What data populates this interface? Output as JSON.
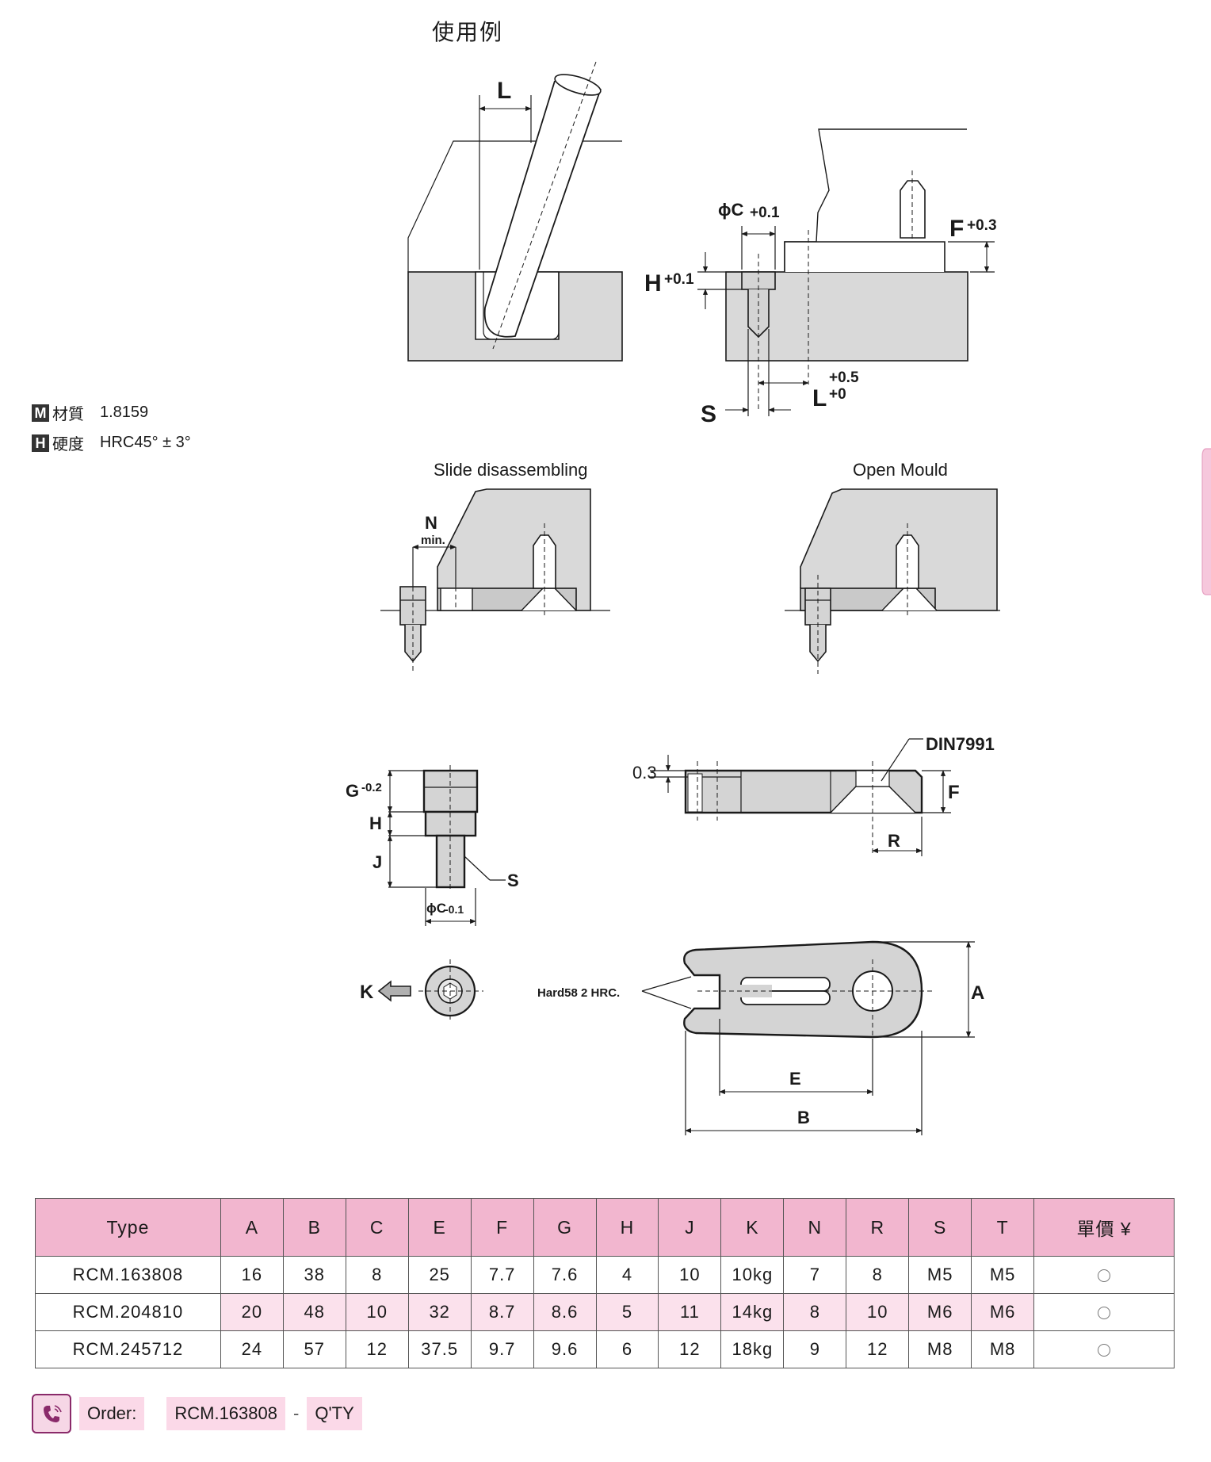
{
  "header": {
    "title": "使用例"
  },
  "materials": {
    "material": {
      "badge": "M",
      "label": "材質",
      "value": "1.8159"
    },
    "hardness": {
      "badge": "H",
      "label": "硬度",
      "value": "HRC45° ± 3°"
    }
  },
  "diagram": {
    "usage_left": {
      "dim_l": "L"
    },
    "usage_right": {
      "dim_c": "ϕC",
      "tol_c": "+0.1",
      "dim_h": "H",
      "tol_h": "+0.1",
      "dim_f": "F",
      "tol_f": "+0.3",
      "dim_l": "L",
      "tol_l_upper": "+0.5",
      "tol_l_lower": "+0",
      "dim_s": "S"
    },
    "slide": {
      "caption": "Slide disassembling",
      "dim_n": "N",
      "dim_n_sub": "min."
    },
    "open": {
      "caption": "Open Mould"
    },
    "pin": {
      "dim_g": "G",
      "tol_g": "-0.2",
      "dim_h": "H",
      "dim_j": "J",
      "dim_s": "S",
      "dim_c": "ϕC",
      "tol_c": "-0.1",
      "dim_k": "K"
    },
    "plate": {
      "dim_03": "0.3",
      "din": "DIN7991",
      "dim_f": "F",
      "dim_r": "R"
    },
    "fork": {
      "hard": "Hard58  2 HRC.",
      "dim_a": "A",
      "dim_e": "E",
      "dim_b": "B"
    }
  },
  "table": {
    "headers": [
      "Type",
      "A",
      "B",
      "C",
      "E",
      "F",
      "G",
      "H",
      "J",
      "K",
      "N",
      "R",
      "S",
      "T",
      "單價 ¥"
    ],
    "rows": [
      [
        "RCM.163808",
        "16",
        "38",
        "8",
        "25",
        "7.7",
        "7.6",
        "4",
        "10",
        "10kg",
        "7",
        "8",
        "M5",
        "M5"
      ],
      [
        "RCM.204810",
        "20",
        "48",
        "10",
        "32",
        "8.7",
        "8.6",
        "5",
        "11",
        "14kg",
        "8",
        "10",
        "M6",
        "M6"
      ],
      [
        "RCM.245712",
        "24",
        "57",
        "12",
        "37.5",
        "9.7",
        "9.6",
        "6",
        "12",
        "18kg",
        "9",
        "12",
        "M8",
        "M8"
      ]
    ]
  },
  "order": {
    "label": "Order:",
    "code": "RCM.163808",
    "separator": "-",
    "qty": "Q'TY"
  },
  "colors": {
    "header_pink": "#f2b6cf",
    "row_pink": "#fbe1ec",
    "accent": "#8a2a6a"
  },
  "icons": {
    "order": "phone-icon",
    "price_cell": "circle-icon",
    "arrow": "arrow-left-icon"
  }
}
